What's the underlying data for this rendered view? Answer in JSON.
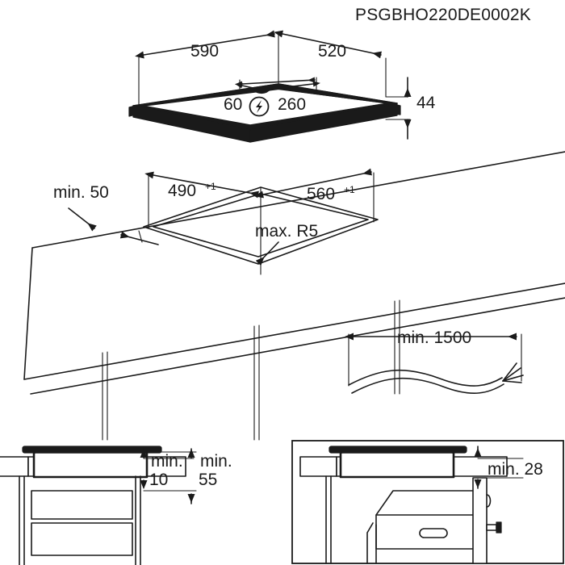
{
  "document": {
    "title": "PSGBHO220DE0002K",
    "type": "installation-dimension-drawing",
    "units": "mm"
  },
  "views": {
    "appliance": {
      "name": "hob-isometric-view",
      "dimensions": {
        "width": "590",
        "depth": "520",
        "height": "44",
        "connection_offset_left": "60",
        "connection_offset_right": "260"
      },
      "symbols": {
        "electrical": "lightning-bolt-in-circle"
      }
    },
    "worktop_cutout": {
      "name": "worktop-cutout-view",
      "labels": {
        "rear_clearance": "min. 50",
        "cutout_depth": "490",
        "cutout_depth_tolerance": "+1",
        "cutout_width": "560",
        "cutout_width_tolerance": "+1",
        "corner_radius": "max. R5"
      }
    },
    "cable": {
      "name": "mains-cable-view",
      "labels": {
        "length": "min. 1500"
      }
    },
    "panel_left": {
      "name": "installation-over-drawers-section",
      "labels": {
        "gap_label": "min.",
        "gap_value": "10",
        "depth_label": "min.",
        "depth_value": "55"
      }
    },
    "panel_right": {
      "name": "installation-over-oven-section",
      "labels": {
        "clearance": "min. 28"
      }
    }
  },
  "colors": {
    "line": "#1a1a1a",
    "background": "#ffffff"
  }
}
